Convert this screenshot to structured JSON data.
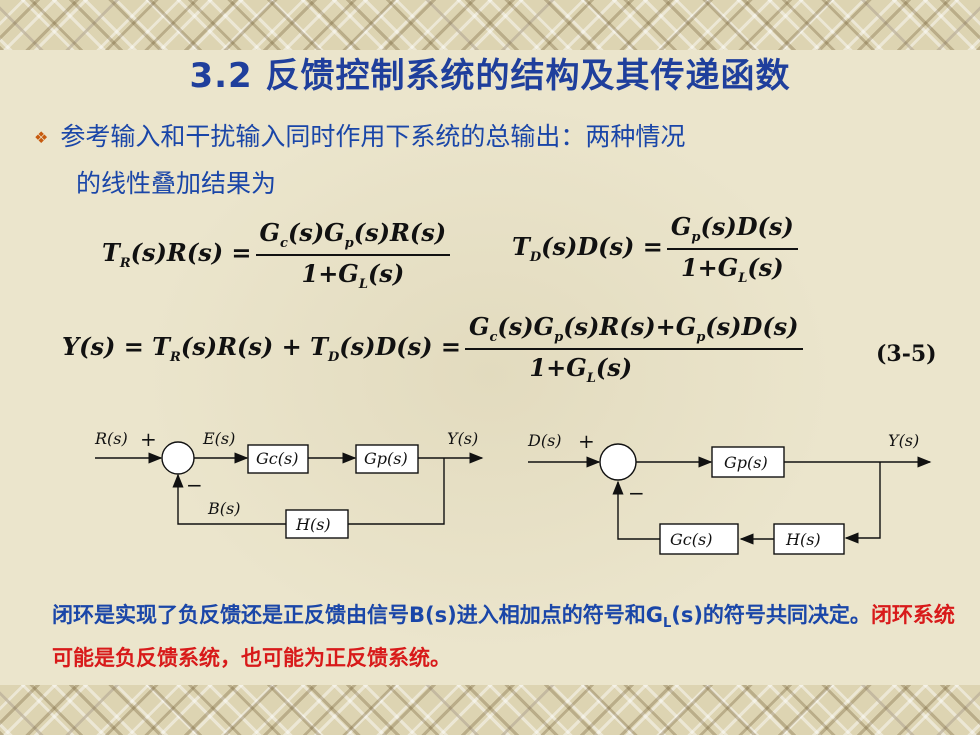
{
  "title": "3.2 反馈控制系统的结构及其传递函数",
  "bullet": {
    "line1": "参考输入和干扰输入同时作用下系统的总输出：两种情况",
    "line2": "的线性叠加结果为"
  },
  "equation_number": "(3-5)",
  "diagram_left": {
    "input": "R(s)",
    "plus": "+",
    "minus": "−",
    "error": "E(s)",
    "block1": "Gc(s)",
    "block2": "Gp(s)",
    "output": "Y(s)",
    "feedback_signal": "B(s)",
    "feedback_block": "H(s)"
  },
  "diagram_right": {
    "input": "D(s)",
    "plus": "+",
    "minus": "−",
    "block_forward": "Gp(s)",
    "output": "Y(s)",
    "block_fb1": "Gc(s)",
    "block_fb2": "H(s)"
  },
  "note": {
    "part1": "闭环是实现了负反馈还是正反馈由信号B(s)进入相加点的符号和G",
    "part1_sub": "L",
    "part2": "(s)的符号共同决定。",
    "red": "闭环系统可能是负反馈系统，也可能为正反馈系统。"
  },
  "colors": {
    "title": "#1f3f9c",
    "body_text": "#1a46a8",
    "highlight": "#d81a1a",
    "bullet": "#c75b0f"
  }
}
